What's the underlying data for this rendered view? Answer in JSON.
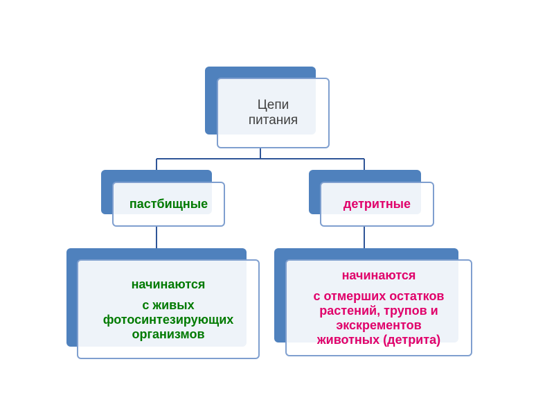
{
  "colors": {
    "node_back": "#4f81bd",
    "node_border": "#7f9fcf",
    "connector": "#2f5597",
    "root_text": "#3f3f3f",
    "left_text": "#007a00",
    "right_text": "#e0006a"
  },
  "root": {
    "lines": [
      "Цепи",
      "питания"
    ]
  },
  "left": {
    "type": "пастбищные",
    "desc_lines": [
      "начинаются",
      "с живых",
      "фотосинтезирующих",
      "организмов"
    ]
  },
  "right": {
    "type": "детритные",
    "desc_lines": [
      "начинаются",
      "с отмерших остатков",
      "растений, трупов и",
      "экскрементов",
      "животных (детрита)"
    ]
  }
}
